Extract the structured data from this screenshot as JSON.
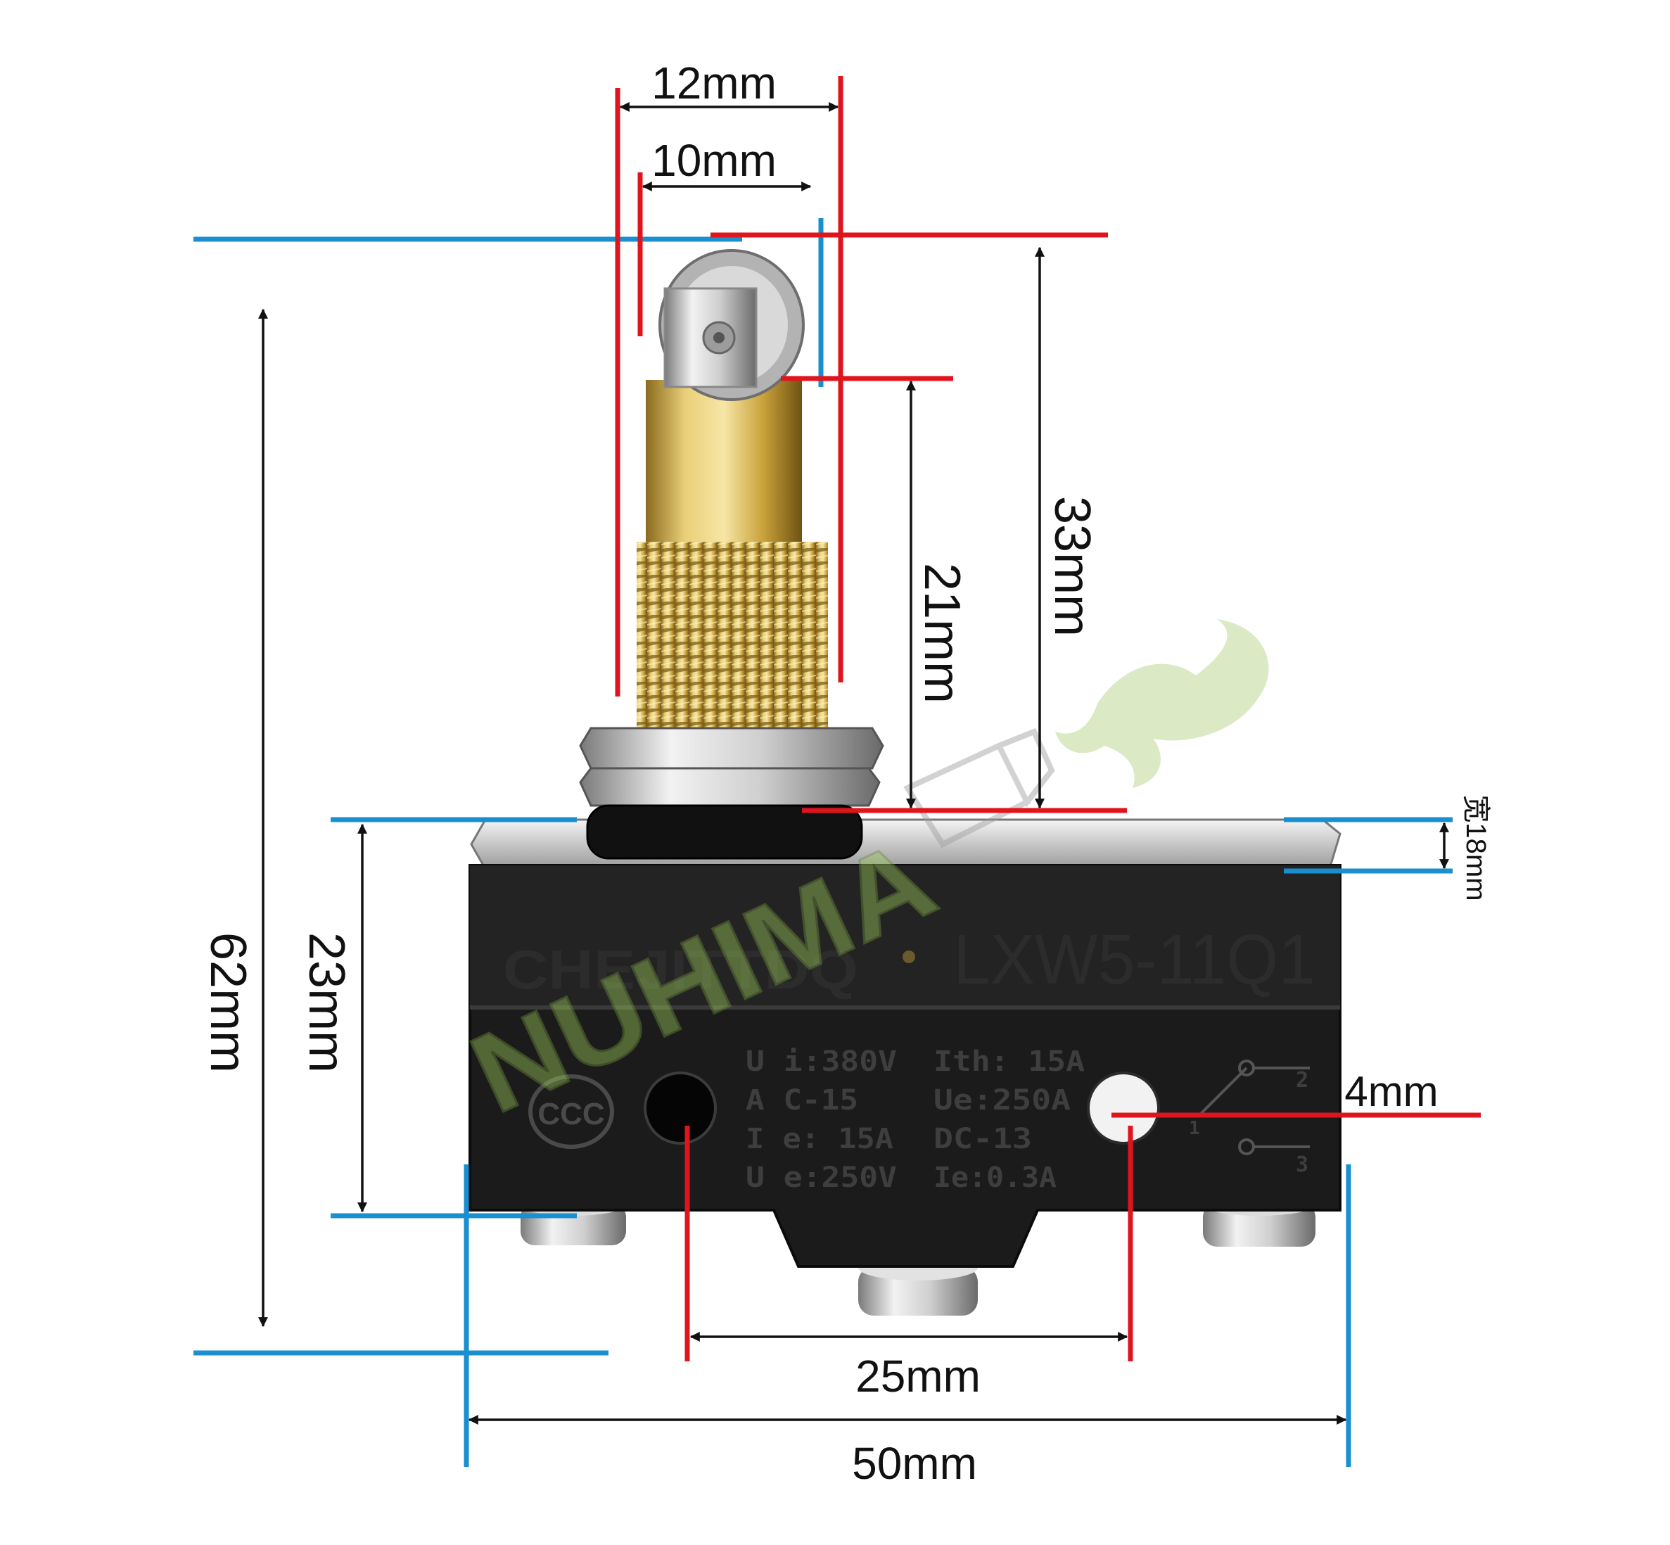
{
  "dimensions": {
    "roller_outer_width": "12mm",
    "roller_width": "10mm",
    "plunger_height": "33mm",
    "stem_height": "21mm",
    "total_height": "62mm",
    "body_height": "23mm",
    "body_width": "50mm",
    "hole_spacing": "25mm",
    "hole_diameter": "4mm",
    "thickness": "宽18mm"
  },
  "switch_body": {
    "brand": "CHEJITTDQ",
    "model": "LXW5-11Q1",
    "spec_left": [
      "U i:380V",
      "A C-15",
      "I e: 15A",
      "U e:250V"
    ],
    "spec_right": [
      "Ith: 15A",
      "Ue:250A",
      "DC-13",
      "Ie:0.3A"
    ],
    "terminal_2": "2",
    "terminal_1": "1",
    "terminal_3": "3"
  },
  "watermark": "NUHIMA",
  "colors": {
    "blue_guide": "#1a8fd0",
    "red_guide": "#e0141c",
    "brass": "#c9a23a",
    "body": "#1b1b1b"
  }
}
